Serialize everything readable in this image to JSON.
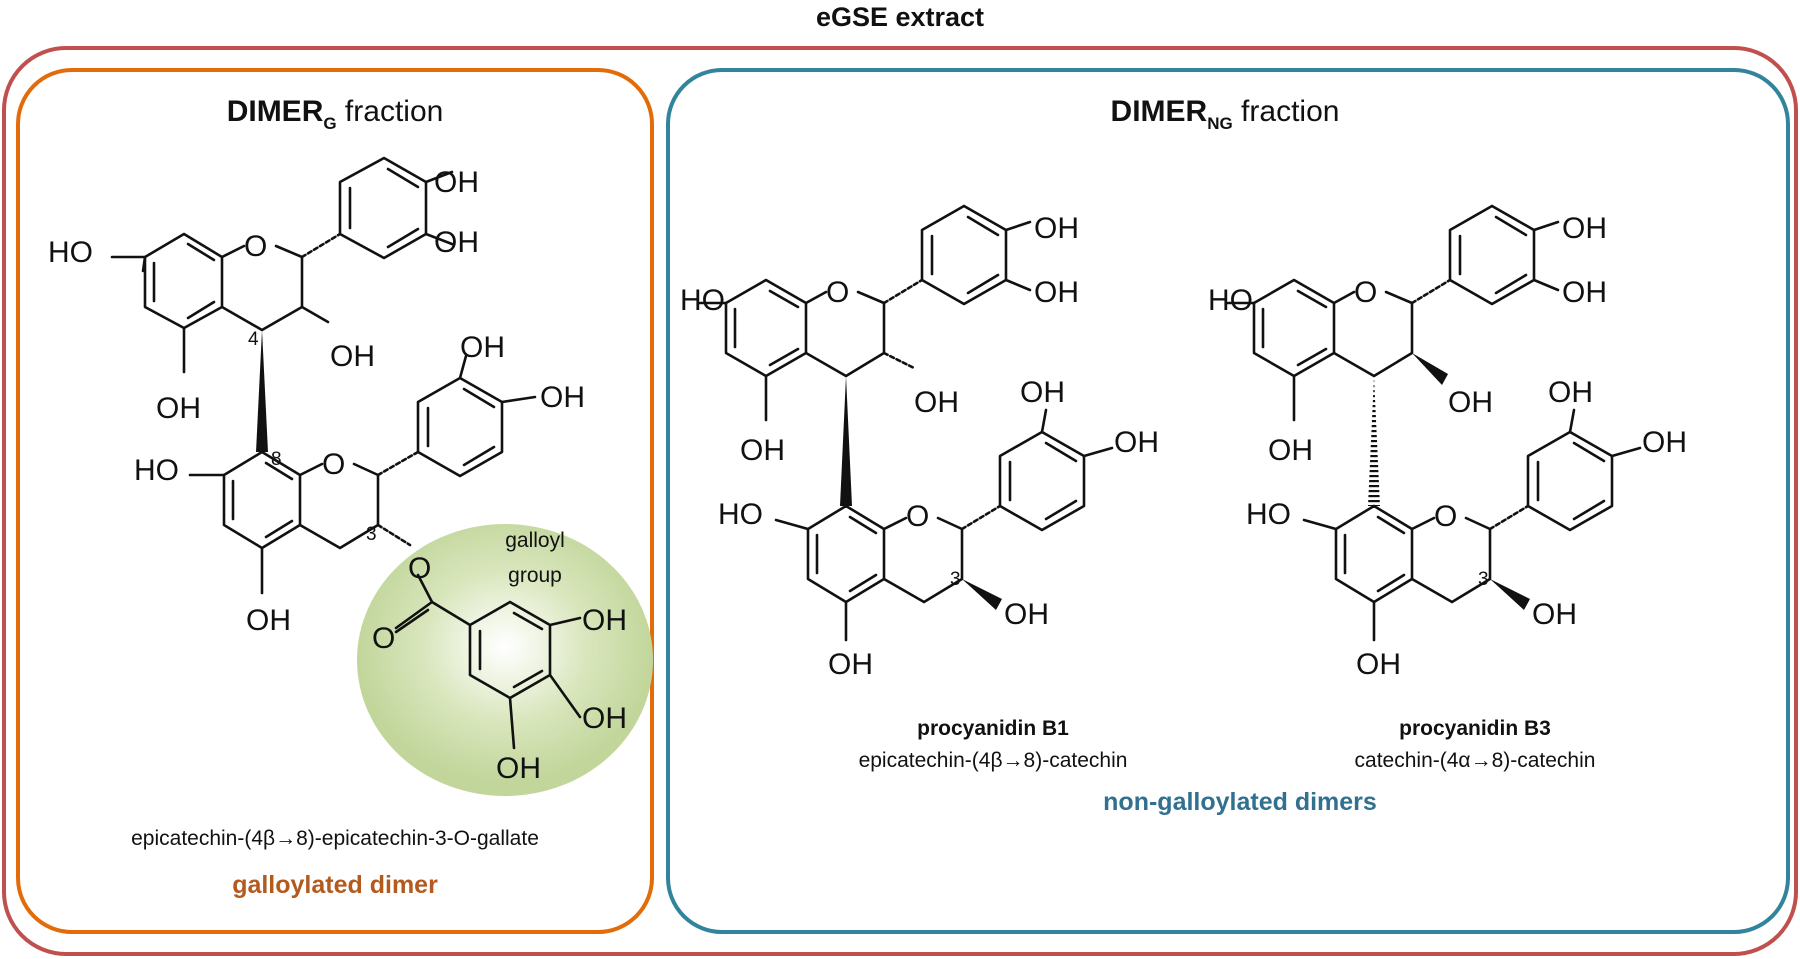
{
  "title": "eGSE extract",
  "panels": {
    "galloylated": {
      "heading_bold": "DIMER",
      "heading_sub": "G",
      "heading_rest": " fraction",
      "group_label_line1": "galloyl",
      "group_label_line2": "group",
      "compound_name": "epicatechin-(4β→8)-epicatechin-3-O-gallate",
      "category": "galloylated dimer",
      "position_labels": [
        "4",
        "8",
        "3"
      ]
    },
    "non_galloylated": {
      "heading_bold": "DIMER",
      "heading_sub": "NG",
      "heading_rest": " fraction",
      "category": "non-galloylated dimers",
      "compounds": [
        {
          "name": "procyanidin B1",
          "description": "epicatechin-(4β→8)-catechin",
          "position_label": "3"
        },
        {
          "name": "procyanidin B3",
          "description": "catechin-(4α→8)-catechin",
          "position_label": "3"
        }
      ]
    }
  },
  "atoms": {
    "hydroxyl": "OH",
    "hydroxyl_left": "HO",
    "oxygen": "O"
  },
  "colors": {
    "outer_border": "#c0504d",
    "galloylated_border": "#e36c0a",
    "non_galloylated_border": "#31849b",
    "galloylated_text": "#b35a1f",
    "non_galloylated_text": "#31708f",
    "galloyl_highlight": "#c2d69b"
  }
}
